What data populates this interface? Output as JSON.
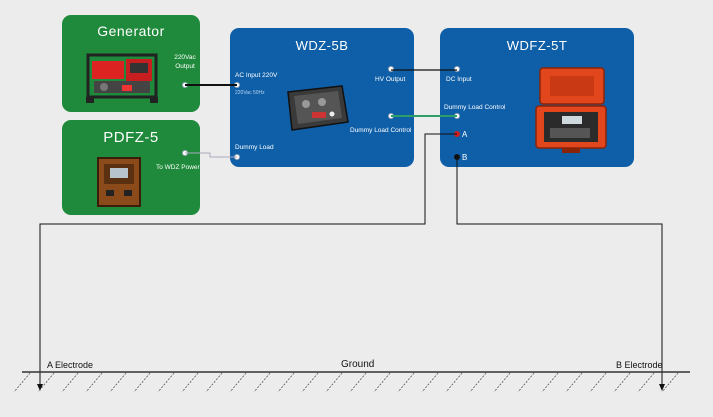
{
  "generator": {
    "title": "Generator",
    "output_label": "220Vac Output"
  },
  "pdfz": {
    "title": "PDFZ-5",
    "output_label": "To WDZ Power"
  },
  "wdz": {
    "title": "WDZ-5B",
    "ac_input_label": "AC Input 220V",
    "ac_input_sub": "220Vac 50Hz",
    "hv_output_label": "HV Output",
    "dummy_load_label": "Dummy Load",
    "dummy_load_control_label": "Dummy Load Control"
  },
  "wdfz": {
    "title": "WDFZ-5T",
    "dc_input_label": "DC Input",
    "dummy_load_control_label": "Dummy Load Control",
    "a_label": "A",
    "b_label": "B"
  },
  "ground": {
    "label": "Ground",
    "a_electrode": "A Electrode",
    "b_electrode": "B Electrode"
  },
  "colors": {
    "green_box": "#1f8a3b",
    "blue_box": "#0e5fa8",
    "wire_black": "#111111",
    "wire_green": "#2e9e6a",
    "terminal_red": "#d11d1d"
  },
  "icons": {
    "generator": "generator-photo",
    "pdfz": "power-supply-photo",
    "wdz": "transmitter-photo",
    "wdfz": "receiver-case-photo"
  }
}
